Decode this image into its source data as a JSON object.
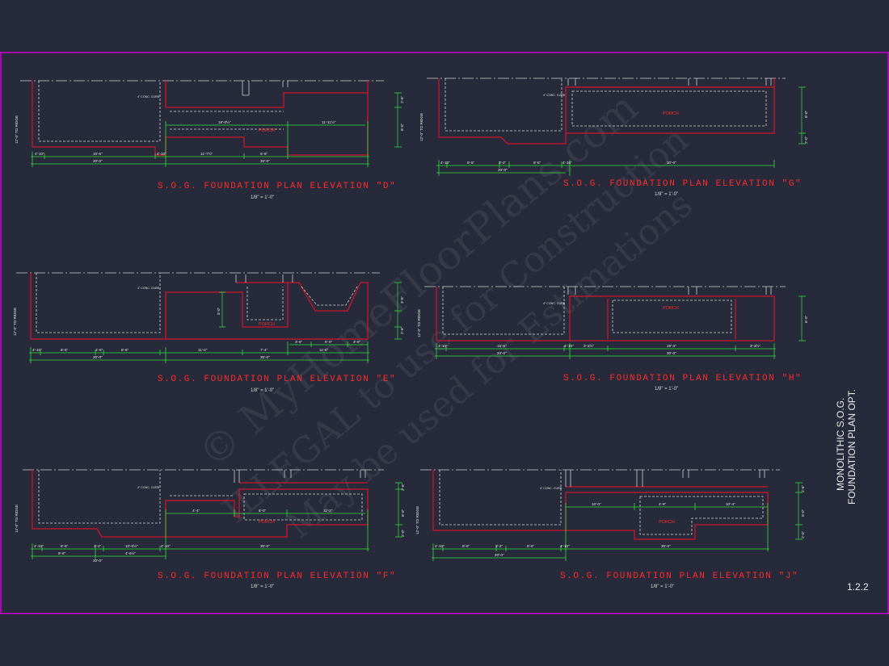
{
  "sheet": {
    "side_title_line1": "MONOLITHIC S.O.G.",
    "side_title_line2": "FOUNDATION PLAN OPT.",
    "sheet_number": "1.2.2",
    "watermark_line1": "© MyHomeFloorPlans.com",
    "watermark_line2": "ILLEGAL to use for Construction",
    "watermark_line3": "May be used for Estimations",
    "colors": {
      "background": "#272a3a",
      "border": "#c200c8",
      "foundation": "#d0162a",
      "dimension": "#2fe03a",
      "text": "#ececec"
    }
  },
  "elevations": {
    "d": {
      "title": "S.O.G. FOUNDATION PLAN ELEVATION \"D\"",
      "scale": "1/8\" = 1'-0\"",
      "porch": "PORCH",
      "note": "4\" CONC. CURB",
      "side": "12'-0\" TO RIDGE",
      "d1": "4'-10\"",
      "d2": "16'-5\"",
      "d3": "4'-10\"",
      "d4": "11'-7½\"",
      "d5": "6'-6\"",
      "t1": "20'-0\"",
      "t2": "30'-0\"",
      "w1": "18'-0½\"",
      "w2": "11'-11½\"",
      "h1": "2'-6\"",
      "h2": "6'-0\""
    },
    "g": {
      "title": "S.O.G. FOUNDATION PLAN ELEVATION \"G\"",
      "scale": "1/8\" = 1'-0\"",
      "porch": "PORCH",
      "note": "4\" CONC. CURB",
      "side": "12'-0\" TO RIDGE",
      "d1": "4'-10\"",
      "d2": "8'-5\"",
      "d3": "3'-2\"",
      "d4": "8'-5\"",
      "d5": "4'-10\"",
      "t1": "20'-0\"",
      "t2": "30'-0\"",
      "h1": "6'-0\"",
      "h2": "2'-0\""
    },
    "e": {
      "title": "S.O.G. FOUNDATION PLAN ELEVATION \"E\"",
      "scale": "1/8\" = 1'-0\"",
      "porch": "PORCH",
      "note": "4\" CONC. CURB",
      "side": "12'-0\" TO RIDGE",
      "d1": "4'-10\"",
      "d2": "8'-6\"",
      "d3": "1'-6\"",
      "d4": "8'-6\"",
      "d5": "11'-2\"",
      "d6": "7'-4\"",
      "d7": "11'-6\"",
      "e1": "3'-6\"",
      "e2": "5'-0\"",
      "e3": "3'-6\"",
      "t1": "20'-0\"",
      "t2": "30'-0\"",
      "h1": "5'-0\"",
      "h2": "3'-6\"",
      "h3": "2'-6\""
    },
    "h": {
      "title": "S.O.G. FOUNDATION PLAN ELEVATION \"H\"",
      "scale": "1/8\" = 1'-0\"",
      "porch": "PORCH",
      "note": "4\" CONC. CURB",
      "side": "12'-0\" TO RIDGE",
      "d1": "4'-10\"",
      "d2": "16'-5\"",
      "d3": "4'-10\"",
      "d4": "3'-3½\"",
      "d5": "19'-4\"",
      "d6": "3'-3½\"",
      "t1": "20'-0\"",
      "t2": "30'-0\"",
      "h1": "6'-0\""
    },
    "f": {
      "title": "S.O.G. FOUNDATION PLAN ELEVATION \"F\"",
      "scale": "1/8\" = 1'-0\"",
      "porch": "PORCH",
      "note": "4\" CONC. CURB",
      "side": "12'-0\" TO RIDGE",
      "d1": "4'-10\"",
      "d2": "8'-5\"",
      "d3": "3'-2\"",
      "d4": "10'-0½\"",
      "d5": "4'-10\"",
      "d6": "4'-4\"",
      "d7": "8'-0\"",
      "d8": "11'-2\"",
      "e1": "9'-6\"",
      "e2": "4'-6½\"",
      "t1": "20'-0\"",
      "t2": "30'-0\"",
      "h1": "2'-6\"",
      "h2": "6'-0\"",
      "h3": "2'-0\""
    },
    "j": {
      "title": "S.O.G. FOUNDATION PLAN ELEVATION \"J\"",
      "scale": "1/8\" = 1'-0\"",
      "porch": "PORCH",
      "note": "4\" CONC. CURB",
      "side": "12'-0\" TO RIDGE",
      "d1": "4'-10\"",
      "d2": "8'-5\"",
      "d3": "3'-2\"",
      "d4": "8'-5\"",
      "d5": "4'-10\"",
      "d6": "10'-0\"",
      "d7": "4'-6\"",
      "d8": "10'-4\"",
      "t1": "20'-0\"",
      "t2": "30'-0\"",
      "h1": "2'-6\"",
      "h2": "5'-0\"",
      "h3": "2'-0\""
    }
  }
}
